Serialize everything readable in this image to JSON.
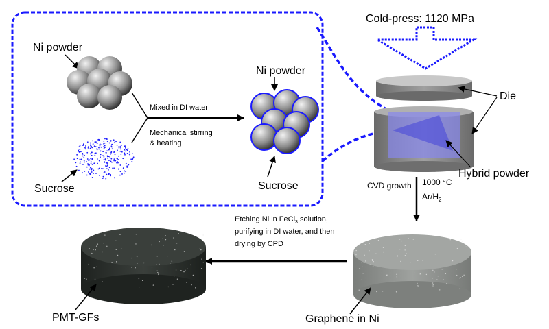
{
  "colors": {
    "accent_blue": "#1a1aff",
    "die_gray": "#8a8a8a",
    "graphene_gray": "#8c8f8c",
    "pmt_dark": "#2a2e2b"
  },
  "left_panel": {
    "ni_powder_label": "Ni powder",
    "sucrose_label": "Sucrose",
    "step1_line1": "Mixed in DI water",
    "step1_line2": "Mechanical stirring",
    "step1_line3": "& heating",
    "mixed_ni_powder_label": "Ni powder",
    "mixed_sucrose_label": "Sucrose"
  },
  "press": {
    "label": "Cold-press: 1120 MPa",
    "die_label": "Die",
    "hybrid_label": "Hybrid powder"
  },
  "cvd": {
    "label": "CVD growth",
    "temp": "1000 °C",
    "gas_main": "Ar/H",
    "gas_sub": "2"
  },
  "etching": {
    "line1_a": "Etching Ni in FeCl",
    "line1_sub": "3",
    "line1_b": " solution,",
    "line2": "purifying in DI water, and then",
    "line3": "drying by CPD"
  },
  "products": {
    "graphene_label": "Graphene in Ni",
    "pmt_label": "PMT-GFs"
  }
}
